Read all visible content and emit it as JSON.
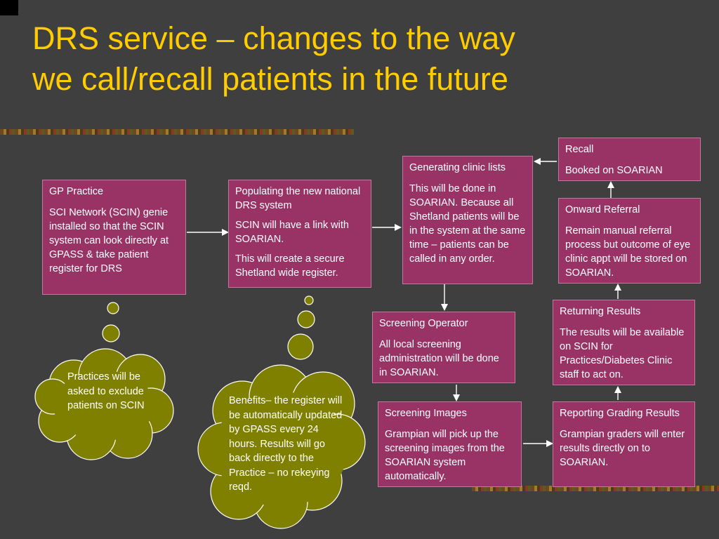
{
  "title": {
    "line1": "DRS service – changes to the way",
    "line2": "we call/recall patients in the future"
  },
  "boxes": {
    "gp_practice": {
      "heading": "GP Practice",
      "body": "SCI Network (SCIN) genie installed so that the SCIN system can look directly at GPASS & take patient register for DRS"
    },
    "populating": {
      "heading": "Populating the new national DRS system",
      "body1": "SCIN will have a link with SOARIAN.",
      "body2": "This will create a secure Shetland wide register."
    },
    "generating": {
      "heading": "Generating clinic lists",
      "body": "This will be done in SOARIAN. Because all Shetland patients will be in the system at the same time – patients can be called in any order."
    },
    "recall": {
      "heading": "Recall",
      "body": "Booked on SOARIAN"
    },
    "onward_referral": {
      "heading": "Onward Referral",
      "body": "Remain manual referral process but outcome of eye clinic appt will be stored on SOARIAN."
    },
    "returning_results": {
      "heading": "Returning Results",
      "body": "The results will be available on SCIN for Practices/Diabetes Clinic staff to act on."
    },
    "screening_operator": {
      "heading": "Screening Operator",
      "body": "All local screening administration will be done in SOARIAN."
    },
    "screening_images": {
      "heading": "Screening Images",
      "body": "Grampian will pick up the screening images from the SOARIAN system automatically."
    },
    "reporting_grading": {
      "heading": "Reporting Grading Results",
      "body": "Grampian graders will enter results directly on to SOARIAN."
    }
  },
  "clouds": {
    "practices": "Practices will be asked to exclude patients on SCIN",
    "benefits": "Benefits– the register will be automatically updated by GPASS every 24 hours. Results will go back directly to the Practice – no rekeying reqd."
  },
  "colors": {
    "background": "#3f3f3f",
    "title": "#ffcc00",
    "box_fill": "#993366",
    "cloud_fill": "#808000",
    "arrow": "#ffffff"
  }
}
